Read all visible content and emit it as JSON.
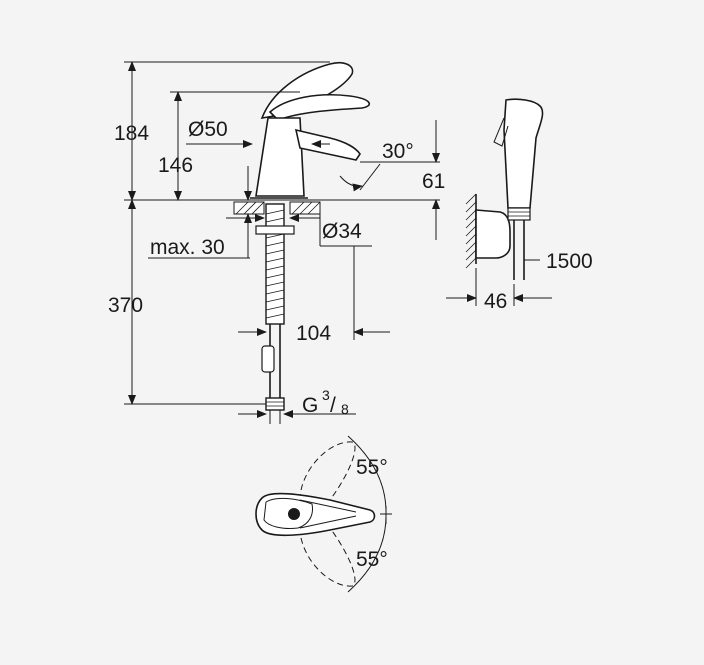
{
  "dimensions": {
    "height_total": "184",
    "height_spout": "146",
    "diameter_body": "Ø50",
    "spout_angle": "30°",
    "spout_drop": "61",
    "max_thickness": "max. 30",
    "diameter_hole": "Ø34",
    "hose_length_depth": "370",
    "reach": "104",
    "thread": "G",
    "thread_num": "3",
    "thread_den": "8",
    "hose_length": "1500",
    "holder_depth": "46",
    "swivel_left": "55°",
    "swivel_right": "55°"
  }
}
